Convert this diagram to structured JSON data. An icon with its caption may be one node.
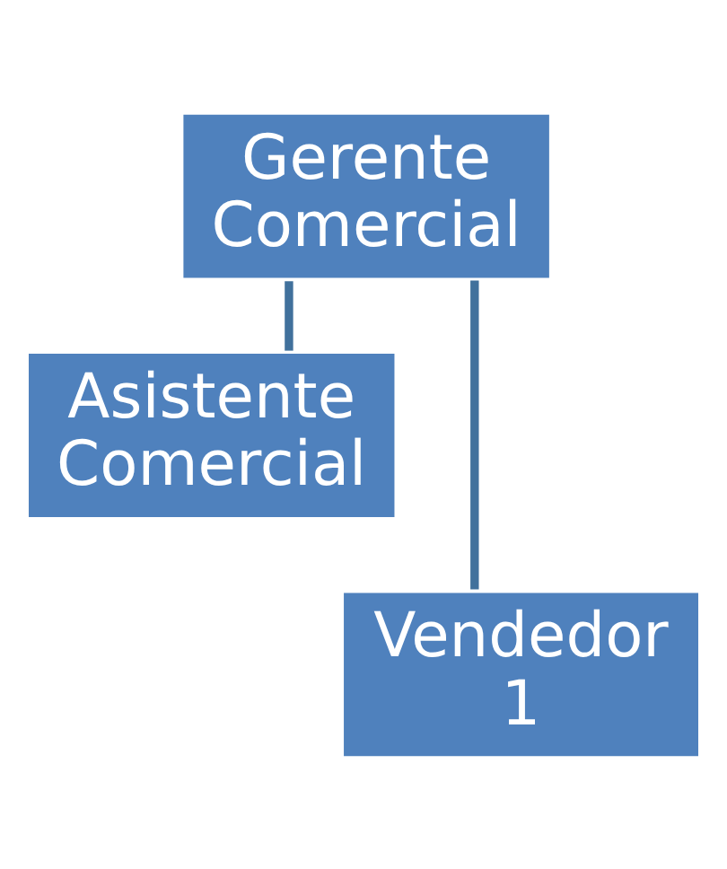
{
  "diagram": {
    "nodes": [
      {
        "text": [
          "Gerente Comercial"
        ]
      },
      {
        "text": [
          "Asistente Comercial"
        ]
      },
      {
        "text": [
          "Vendedor 1"
        ]
      }
    ],
    "edges": [
      {
        "from": 0,
        "to": 1,
        "arrow": "none"
      },
      {
        "from": 0,
        "to": 2,
        "arrow": "none"
      }
    ]
  }
}
